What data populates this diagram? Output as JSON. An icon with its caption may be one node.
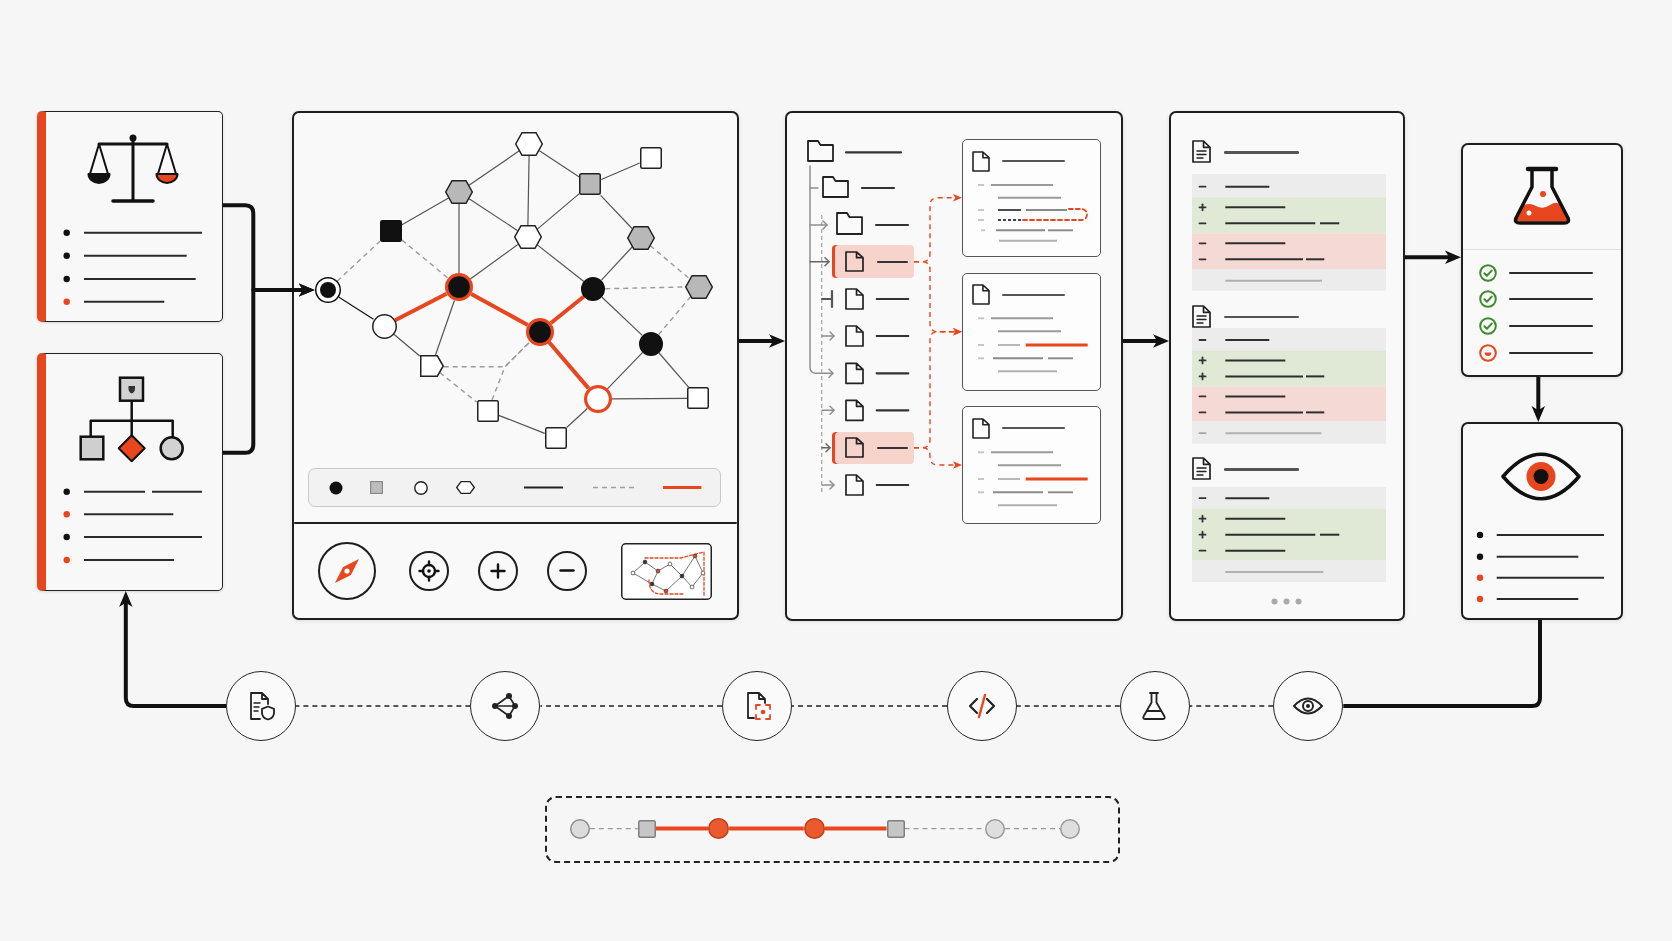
{
  "diagram": {
    "nodes": [
      {
        "text": [],
        "shape": "box"
      },
      {
        "text": [],
        "shape": "box"
      },
      {
        "text": [],
        "shape": "box"
      },
      {
        "text": [],
        "shape": "hexagon",
        "in": 2
      },
      {
        "text": [],
        "shape": "box",
        "in": 2
      },
      {
        "text": [],
        "shape": "box",
        "in": 2
      },
      {
        "text": [],
        "shape": "hexagon",
        "in": 2
      },
      {
        "text": [],
        "shape": "box",
        "in": 2
      },
      {
        "text": [],
        "shape": "hexagon",
        "in": 2
      },
      {
        "text": [],
        "shape": "hexagon",
        "in": 2
      },
      {
        "text": [],
        "shape": "circle",
        "in": 2
      },
      {
        "text": [],
        "shape": "circle",
        "in": 2
      },
      {
        "text": [],
        "shape": "circle",
        "in": 2
      },
      {
        "text": [],
        "shape": "hexagon",
        "in": 2
      },
      {
        "text": [],
        "shape": "circle",
        "in": 2
      },
      {
        "text": [],
        "shape": "circle",
        "in": 2
      },
      {
        "text": [],
        "shape": "circle",
        "in": 2
      },
      {
        "text": [],
        "shape": "pentagon",
        "in": 2
      },
      {
        "text": [],
        "shape": "circle",
        "in": 2
      },
      {
        "text": [],
        "shape": "box",
        "in": 2
      },
      {
        "text": [],
        "shape": "box",
        "in": 2
      },
      {
        "text": [],
        "shape": "box",
        "in": 2
      },
      {
        "text": [],
        "shape": "box"
      },
      {
        "text": [],
        "shape": "box",
        "in": 22
      },
      {
        "text": [],
        "shape": "box",
        "in": 22
      },
      {
        "text": [],
        "shape": "box",
        "in": 22
      },
      {
        "text": [],
        "shape": "box",
        "in": 22
      },
      {
        "text": [],
        "shape": "box",
        "in": 22
      },
      {
        "text": [],
        "shape": "box"
      },
      {
        "text": [],
        "shape": "box"
      },
      {
        "text": [],
        "shape": "box"
      },
      {
        "text": [],
        "shape": "circle"
      },
      {
        "text": [],
        "shape": "circle"
      },
      {
        "text": [],
        "shape": "circle"
      },
      {
        "text": [],
        "shape": "circle"
      },
      {
        "text": [],
        "shape": "circle"
      },
      {
        "text": [],
        "shape": "circle"
      },
      {
        "text": [],
        "shape": "box"
      },
      {
        "text": [],
        "shape": "circle",
        "in": 37
      },
      {
        "text": [],
        "shape": "box",
        "in": 37
      },
      {
        "text": [],
        "shape": "circle",
        "in": 37
      },
      {
        "text": [],
        "shape": "circle",
        "in": 37
      },
      {
        "text": [],
        "shape": "box",
        "in": 37
      },
      {
        "text": [],
        "shape": "circle",
        "in": 37
      },
      {
        "text": [],
        "shape": "circle",
        "in": 37
      }
    ],
    "edges": [
      {
        "from": 0,
        "to": 10,
        "arrow": "to",
        "style": "thick",
        "color": "#111111"
      },
      {
        "from": 1,
        "to": 10,
        "arrow": "to",
        "style": "thick",
        "color": "#111111"
      },
      {
        "from": 7,
        "to": 6,
        "arrow": "none"
      },
      {
        "from": 6,
        "to": 3,
        "arrow": "none"
      },
      {
        "from": 3,
        "to": 8,
        "arrow": "none"
      },
      {
        "from": 3,
        "to": 5,
        "arrow": "none"
      },
      {
        "from": 5,
        "to": 4,
        "arrow": "none"
      },
      {
        "from": 5,
        "to": 8,
        "arrow": "none"
      },
      {
        "from": 5,
        "to": 9,
        "arrow": "none"
      },
      {
        "from": 6,
        "to": 8,
        "arrow": "none"
      },
      {
        "from": 6,
        "to": 11,
        "arrow": "none"
      },
      {
        "from": 8,
        "to": 11,
        "arrow": "none"
      },
      {
        "from": 8,
        "to": 12,
        "arrow": "none"
      },
      {
        "from": 7,
        "to": 11,
        "arrow": "none",
        "style": "dashed",
        "color": "#9a9a9a"
      },
      {
        "from": 10,
        "to": 7,
        "arrow": "none",
        "style": "dashed",
        "color": "#9a9a9a"
      },
      {
        "from": 10,
        "to": 14,
        "arrow": "none",
        "color": "#111111"
      },
      {
        "from": 14,
        "to": 11,
        "arrow": "none",
        "style": "thick",
        "color": "#e8461e"
      },
      {
        "from": 11,
        "to": 15,
        "arrow": "none",
        "style": "thick",
        "color": "#e8461e"
      },
      {
        "from": 15,
        "to": 12,
        "arrow": "none",
        "style": "thick",
        "color": "#e8461e"
      },
      {
        "from": 15,
        "to": 18,
        "arrow": "none",
        "style": "thick",
        "color": "#e8461e"
      },
      {
        "from": 11,
        "to": 17,
        "arrow": "none"
      },
      {
        "from": 14,
        "to": 17,
        "arrow": "none"
      },
      {
        "from": 17,
        "to": 20,
        "arrow": "none",
        "style": "dashed",
        "color": "#9a9a9a"
      },
      {
        "from": 17,
        "to": 15,
        "arrow": "none",
        "style": "dashed",
        "color": "#9a9a9a"
      },
      {
        "from": 20,
        "to": 15,
        "arrow": "none",
        "style": "dashed",
        "color": "#9a9a9a"
      },
      {
        "from": 20,
        "to": 21,
        "arrow": "none"
      },
      {
        "from": 21,
        "to": 18,
        "arrow": "none"
      },
      {
        "from": 18,
        "to": 19,
        "arrow": "none"
      },
      {
        "from": 18,
        "to": 16,
        "arrow": "none"
      },
      {
        "from": 16,
        "to": 19,
        "arrow": "none"
      },
      {
        "from": 12,
        "to": 16,
        "arrow": "none"
      },
      {
        "from": 12,
        "to": 9,
        "arrow": "none"
      },
      {
        "from": 12,
        "to": 13,
        "arrow": "none",
        "style": "dashed",
        "color": "#9a9a9a"
      },
      {
        "from": 13,
        "to": 16,
        "arrow": "none",
        "style": "dashed",
        "color": "#9a9a9a"
      },
      {
        "from": 9,
        "to": 13,
        "arrow": "none",
        "style": "dashed",
        "color": "#9a9a9a"
      },
      {
        "from": 2,
        "to": 22,
        "arrow": "to",
        "style": "thick",
        "color": "#111111"
      },
      {
        "from": 23,
        "to": 25,
        "arrow": "to",
        "style": "dashed",
        "color": "#e8461e"
      },
      {
        "from": 23,
        "to": 26,
        "arrow": "to",
        "style": "dashed",
        "color": "#e8461e"
      },
      {
        "from": 24,
        "to": 26,
        "arrow": "to",
        "style": "dashed",
        "color": "#e8461e"
      },
      {
        "from": 24,
        "to": 27,
        "arrow": "to",
        "style": "dashed",
        "color": "#e8461e"
      },
      {
        "from": 22,
        "to": 28,
        "arrow": "to",
        "style": "thick",
        "color": "#111111"
      },
      {
        "from": 28,
        "to": 29,
        "arrow": "to",
        "style": "thick",
        "color": "#111111"
      },
      {
        "from": 29,
        "to": 30,
        "arrow": "to",
        "style": "thick",
        "color": "#111111"
      },
      {
        "from": 30,
        "to": 36,
        "arrow": "none",
        "style": "thick",
        "color": "#111111"
      },
      {
        "from": 36,
        "to": 35,
        "arrow": "none",
        "style": "dashed",
        "color": "#222222"
      },
      {
        "from": 35,
        "to": 34,
        "arrow": "none",
        "style": "dashed",
        "color": "#222222"
      },
      {
        "from": 34,
        "to": 33,
        "arrow": "none",
        "style": "dashed",
        "color": "#222222"
      },
      {
        "from": 33,
        "to": 32,
        "arrow": "none",
        "style": "dashed",
        "color": "#222222"
      },
      {
        "from": 32,
        "to": 31,
        "arrow": "none",
        "style": "dashed",
        "color": "#222222"
      },
      {
        "from": 31,
        "to": 1,
        "arrow": "to",
        "style": "thick",
        "color": "#111111"
      },
      {
        "from": 38,
        "to": 39,
        "arrow": "none",
        "style": "dashed",
        "color": "#9a9a9a"
      },
      {
        "from": 39,
        "to": 40,
        "arrow": "none",
        "style": "thick",
        "color": "#e8461e"
      },
      {
        "from": 40,
        "to": 41,
        "arrow": "none",
        "style": "thick",
        "color": "#e8461e"
      },
      {
        "from": 41,
        "to": 42,
        "arrow": "none",
        "style": "thick",
        "color": "#e8461e"
      },
      {
        "from": 42,
        "to": 43,
        "arrow": "none",
        "style": "dashed",
        "color": "#9a9a9a"
      },
      {
        "from": 43,
        "to": 44,
        "arrow": "none",
        "style": "dashed",
        "color": "#9a9a9a"
      }
    ]
  }
}
